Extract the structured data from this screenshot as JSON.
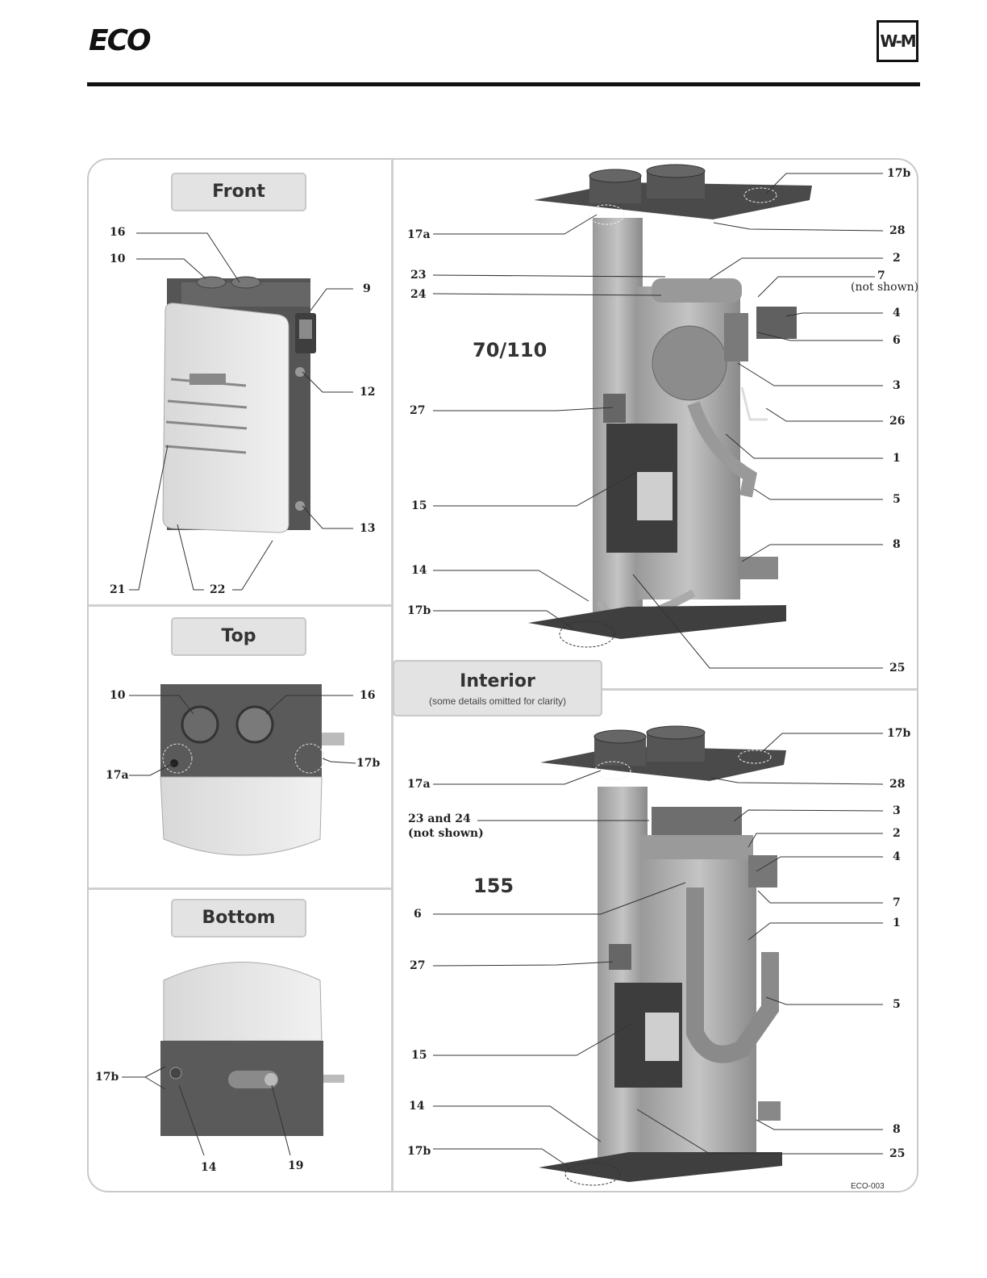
{
  "header": {
    "brand_logo": "ECO",
    "corner_logo": "W-M"
  },
  "panels": {
    "front": {
      "title": "Front",
      "labels": [
        "16",
        "10",
        "9",
        "12",
        "13",
        "21",
        "22"
      ]
    },
    "top": {
      "title": "Top",
      "labels": [
        "10",
        "16",
        "17a",
        "17b"
      ]
    },
    "bottom": {
      "title": "Bottom",
      "labels": [
        "17b",
        "14",
        "19"
      ]
    },
    "interior": {
      "title": "Interior",
      "subtitle": "(some details omitted for clarity)"
    }
  },
  "model_70_110": {
    "name": "70/110",
    "left_labels": [
      "17a",
      "23",
      "24",
      "27",
      "15",
      "14",
      "17b"
    ],
    "right_labels": [
      "17b",
      "28",
      "2",
      "7",
      "(not shown)",
      "4",
      "6",
      "3",
      "26",
      "1",
      "5",
      "8",
      "25"
    ]
  },
  "model_155": {
    "name": "155",
    "left_labels": [
      "17a",
      "23 and 24",
      "(not shown)",
      "6",
      "27",
      "15",
      "14",
      "17b"
    ],
    "right_labels": [
      "17b",
      "28",
      "3",
      "2",
      "4",
      "7",
      "1",
      "5",
      "8",
      "25"
    ]
  },
  "figure_code": "ECO-003"
}
